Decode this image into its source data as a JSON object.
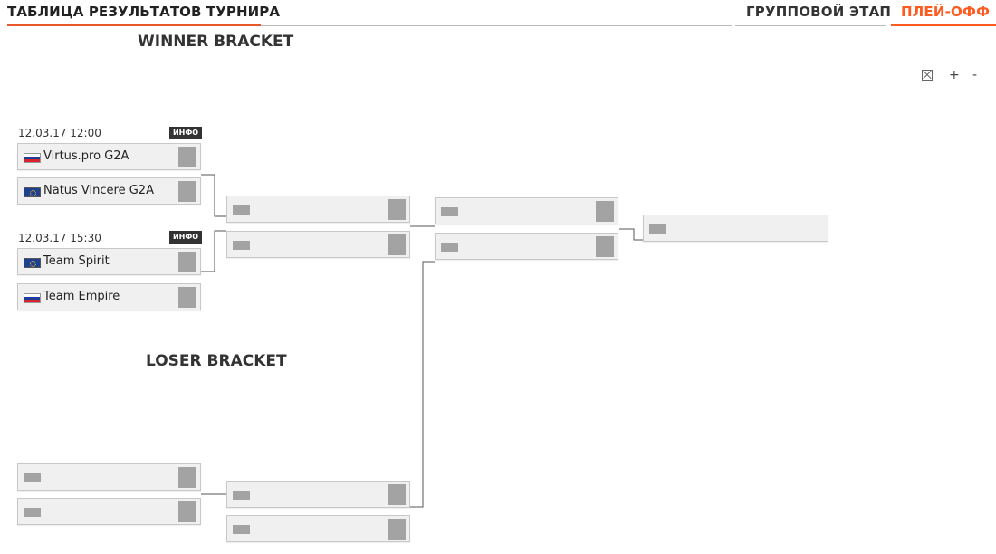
{
  "header": {
    "title": "ТАБЛИЦА РЕЗУЛЬТАТОВ ТУРНИРА",
    "tabs": [
      {
        "label": "ГРУППОВОЙ ЭТАП",
        "active": false
      },
      {
        "label": "ПЛЕЙ-ОФФ",
        "active": true
      }
    ],
    "accent_color": "#ff5a1f"
  },
  "winner_bracket": {
    "title": "WINNER BRACKET",
    "round1": [
      {
        "date": "12.03.17 12:00",
        "info_label": "ИНФО",
        "teams": [
          {
            "name": "Virtus.pro G2A",
            "flag": "ru"
          },
          {
            "name": "Natus Vincere G2A",
            "flag": "eu"
          }
        ]
      },
      {
        "date": "12.03.17 15:30",
        "info_label": "ИНФО",
        "teams": [
          {
            "name": "Team Spirit",
            "flag": "eu"
          },
          {
            "name": "Team Empire",
            "flag": "ru"
          }
        ]
      }
    ]
  },
  "loser_bracket": {
    "title": "LOSER BRACKET"
  },
  "zoom_controls": {
    "reset_icon": "reset-zoom-icon",
    "plus": "+",
    "minus": "-"
  }
}
